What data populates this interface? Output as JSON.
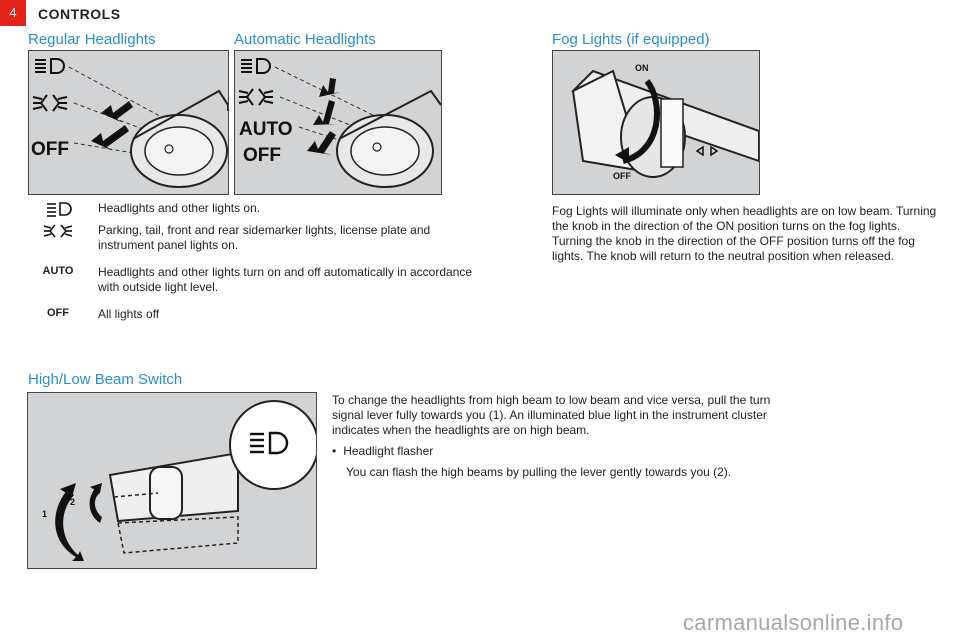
{
  "page": {
    "number": "4",
    "chapter": "CONTROLS"
  },
  "sections": {
    "regular": {
      "title": "Regular Headlights",
      "fig_off": "OFF"
    },
    "automatic": {
      "title": "Automatic Headlights",
      "fig_auto": "AUTO",
      "fig_off": "OFF"
    },
    "fog": {
      "title": "Fog Lights (if equipped)",
      "fig_on": "ON",
      "fig_off": "OFF"
    },
    "highlow": {
      "title": "High/Low Beam Switch",
      "fig_1": "1",
      "fig_2": "2"
    }
  },
  "legend": [
    {
      "icon": "headlight-icon",
      "text": "Headlights and other lights on."
    },
    {
      "icon": "parking-light-icon",
      "text": "Parking, tail, front and rear sidemarker lights, license plate and instrument panel lights on."
    },
    {
      "icon_label": "AUTO",
      "text": "Headlights and other lights turn on and off automatically in accordance with outside light level."
    },
    {
      "icon_label": "OFF",
      "text": "All lights off"
    }
  ],
  "fog_text": "Fog Lights will illuminate only when headlights are on low beam. Turning the knob in the direction of the ON position turns on the fog lights. Turning the knob in the direction of the OFF position turns off the fog lights. The knob will return to the neutral position when released.",
  "highlow_text": "To change the headlights from high beam to low beam and vice versa, pull the turn signal lever fully towards you (1). An illuminated blue light in the instrument cluster indicates when the headlights are on high beam.",
  "bullet": "Headlight flasher",
  "bullet_detail": "You can flash the high beams by pulling the lever gently towards you (2).",
  "watermark": "carmanualsonline.info",
  "colors": {
    "accent": "#2a8fcb",
    "page_tab": "#e32219",
    "figure_bg": "#d2d3d5"
  }
}
